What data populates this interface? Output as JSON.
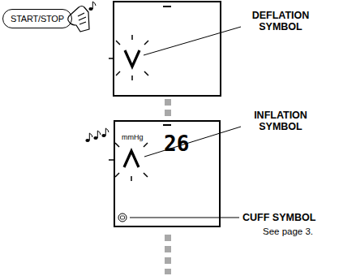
{
  "diagram": {
    "nodes": [
      {
        "text": [
          "START/STOP"
        ]
      },
      {
        "text": [
          "mmHg",
          "26"
        ]
      }
    ],
    "labels": [
      "DEFLATION SYMBOL",
      "INFLATION SYMBOL",
      "CUFF SYMBOL",
      "See page 3."
    ]
  }
}
